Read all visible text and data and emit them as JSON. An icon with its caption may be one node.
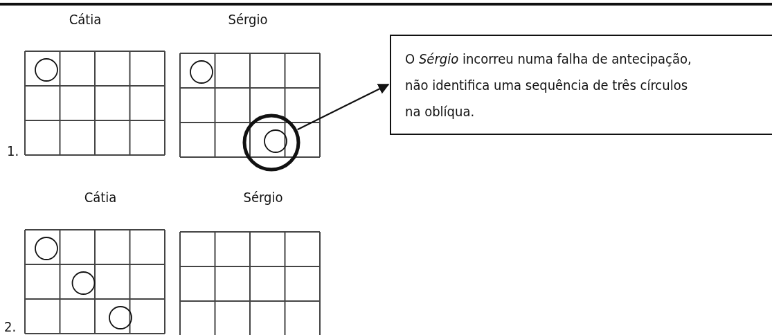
{
  "diagram": {
    "nodes": [
      {
        "text": [
          "O *Sérgio* incorreu numa falha de antecipação, não identifica uma sequência de três círculos na oblíqua."
        ]
      },
      {
        "text": [],
        "shape": "circle"
      }
    ],
    "edges": [
      {
        "from": 1,
        "to": 0,
        "arrow": "to"
      }
    ],
    "labels": [
      "Cátia",
      "Sérgio",
      "1.",
      "Cátia",
      "Sérgio",
      "2."
    ]
  }
}
